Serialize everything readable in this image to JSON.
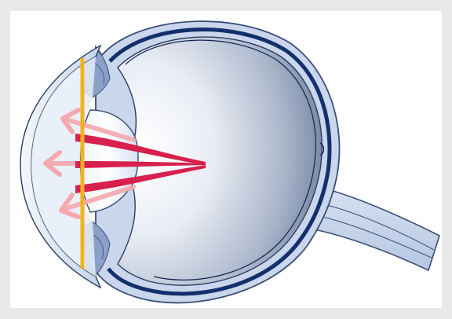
{
  "figure": {
    "subject": "eye-cross-section",
    "elements": [
      "cornea",
      "anterior-chamber",
      "iris",
      "lens",
      "vitreous-body",
      "sclera",
      "choroid",
      "retina",
      "optic-nerve",
      "light-rays",
      "correction-plane"
    ]
  },
  "colors": {
    "background": "#e9e9e9",
    "panel": "#ffffff",
    "sclera_fill": "#c9d6ec",
    "sclera_stroke": "#3a4f77",
    "choroid": "#14306c",
    "vitreous_light": "#ffffff",
    "vitreous_dark": "#6e7e9c",
    "lens_fill": "#dfe8f6",
    "iris": "#8aa0c8",
    "cornea_fill": "#e7eef9",
    "ray_red": "#d8204f",
    "ray_pink": "#f4a9ae",
    "correction_line": "#f2b31d"
  }
}
